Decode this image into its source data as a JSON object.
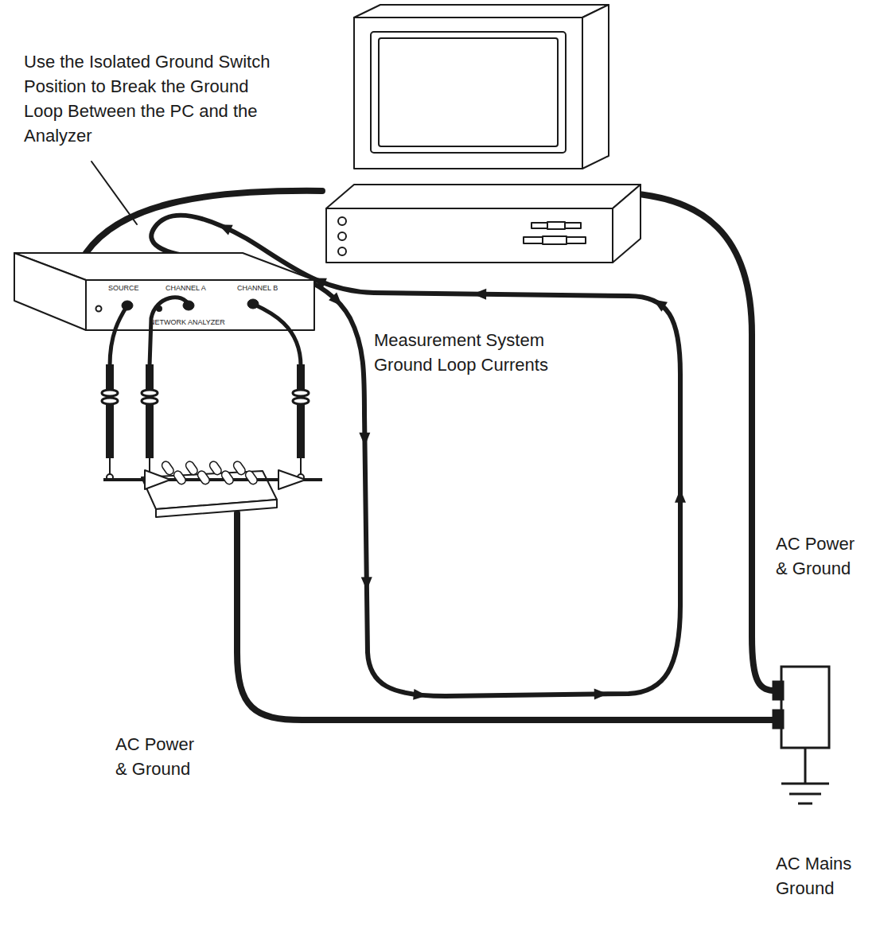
{
  "diagram": {
    "nodes": [
      {
        "text": [
          "SOURCE",
          "CHANNEL A",
          "CHANNEL B",
          "NETWORK ANALYZER"
        ]
      }
    ],
    "edges": [],
    "labels": [
      "Use the Isolated Ground Switch Position to Break the Ground Loop Between the PC and the Analyzer",
      "Measurement System Ground Loop Currents",
      "AC Power & Ground",
      "AC Power & Ground",
      "AC Mains Ground"
    ]
  }
}
